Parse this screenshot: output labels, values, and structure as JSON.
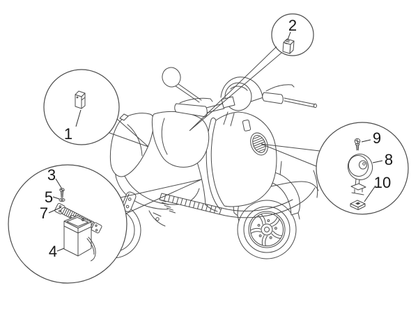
{
  "diagram": {
    "type": "scooter-electrical-parts-diagram",
    "background": "#ffffff",
    "line_color": "#4a4a4a",
    "label_color": "#161616",
    "callouts": {
      "1": {
        "label": "1",
        "part": "relay-cover"
      },
      "2": {
        "label": "2",
        "part": "relay"
      },
      "3": {
        "label": "3",
        "part": "screw"
      },
      "4": {
        "label": "4",
        "part": "battery"
      },
      "5": {
        "label": "5",
        "part": "washer"
      },
      "7": {
        "label": "7",
        "part": "fuse-strip"
      },
      "8": {
        "label": "8",
        "part": "horn"
      },
      "9": {
        "label": "9",
        "part": "horn-screw"
      },
      "10": {
        "label": "10",
        "part": "horn-bracket"
      }
    }
  }
}
